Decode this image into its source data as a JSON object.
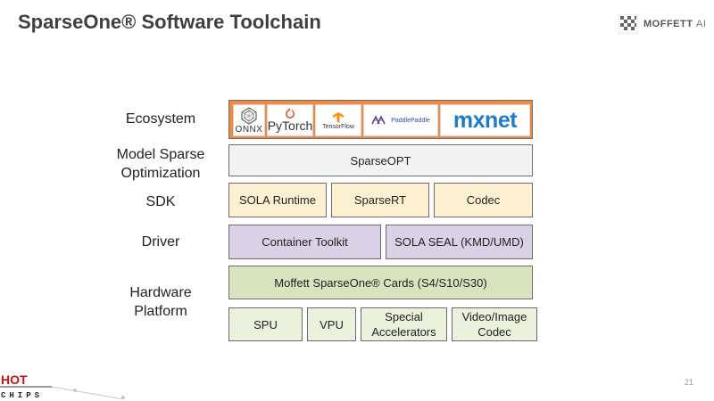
{
  "header": {
    "title": "SparseOne® Software Toolchain",
    "logo_text": "MOFFETT",
    "logo_suffix": "AI"
  },
  "labels": {
    "ecosystem": "Ecosystem",
    "model_sparse_line1": "Model Sparse",
    "model_sparse_line2": "Optimization",
    "sdk": "SDK",
    "driver": "Driver",
    "hardware_line1": "Hardware",
    "hardware_line2": "Platform"
  },
  "ecosystem": {
    "onnx": "ONNX",
    "pytorch": "PyTorch",
    "tensorflow": "TensorFlow",
    "paddlepaddle": "PaddlePaddle",
    "mxnet": "mxnet"
  },
  "optimization": {
    "sparseopt": "SparseOPT"
  },
  "sdk": {
    "sola_runtime": "SOLA Runtime",
    "sparsert": "SparseRT",
    "codec": "Codec"
  },
  "driver": {
    "container_toolkit": "Container Toolkit",
    "sola_seal": "SOLA SEAL (KMD/UMD)"
  },
  "hardware": {
    "cards": "Moffett SparseOne® Cards (S4/S10/S30)",
    "spu": "SPU",
    "vpu": "VPU",
    "special_line1": "Special",
    "special_line2": "Accelerators",
    "video_line1": "Video/Image",
    "video_line2": "Codec"
  },
  "footer": {
    "page_number": "21",
    "conference_top": "HOT",
    "conference_bottom": "CHIPS"
  },
  "colors": {
    "ecosystem_bg": "#ef8a3f",
    "sdk_bg": "#fdf1d2",
    "driver_bg": "#d9d2e6",
    "hardware_bg": "#d7e4bd"
  }
}
